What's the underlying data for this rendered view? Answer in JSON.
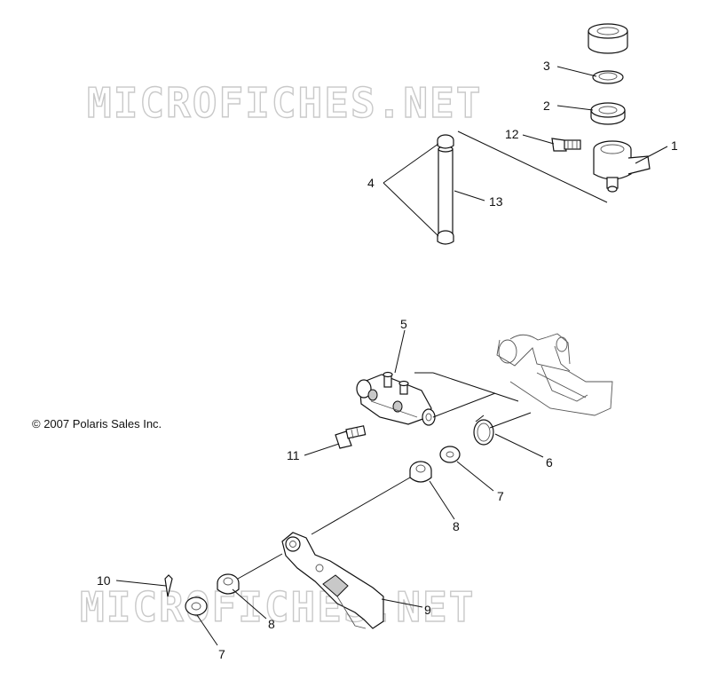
{
  "copyright": "© 2007 Polaris Sales Inc.",
  "watermark": "MICROFICHES.NET",
  "callouts": [
    {
      "id": "c1",
      "text": "1"
    },
    {
      "id": "c2",
      "text": "2"
    },
    {
      "id": "c3",
      "text": "3"
    },
    {
      "id": "c4",
      "text": "4"
    },
    {
      "id": "c5",
      "text": "5"
    },
    {
      "id": "c6",
      "text": "6"
    },
    {
      "id": "c7a",
      "text": "7"
    },
    {
      "id": "c7b",
      "text": "7"
    },
    {
      "id": "c8a",
      "text": "8"
    },
    {
      "id": "c8b",
      "text": "8"
    },
    {
      "id": "c9",
      "text": "9"
    },
    {
      "id": "c10",
      "text": "10"
    },
    {
      "id": "c11",
      "text": "11"
    },
    {
      "id": "c12",
      "text": "12"
    },
    {
      "id": "c13",
      "text": "13"
    }
  ]
}
